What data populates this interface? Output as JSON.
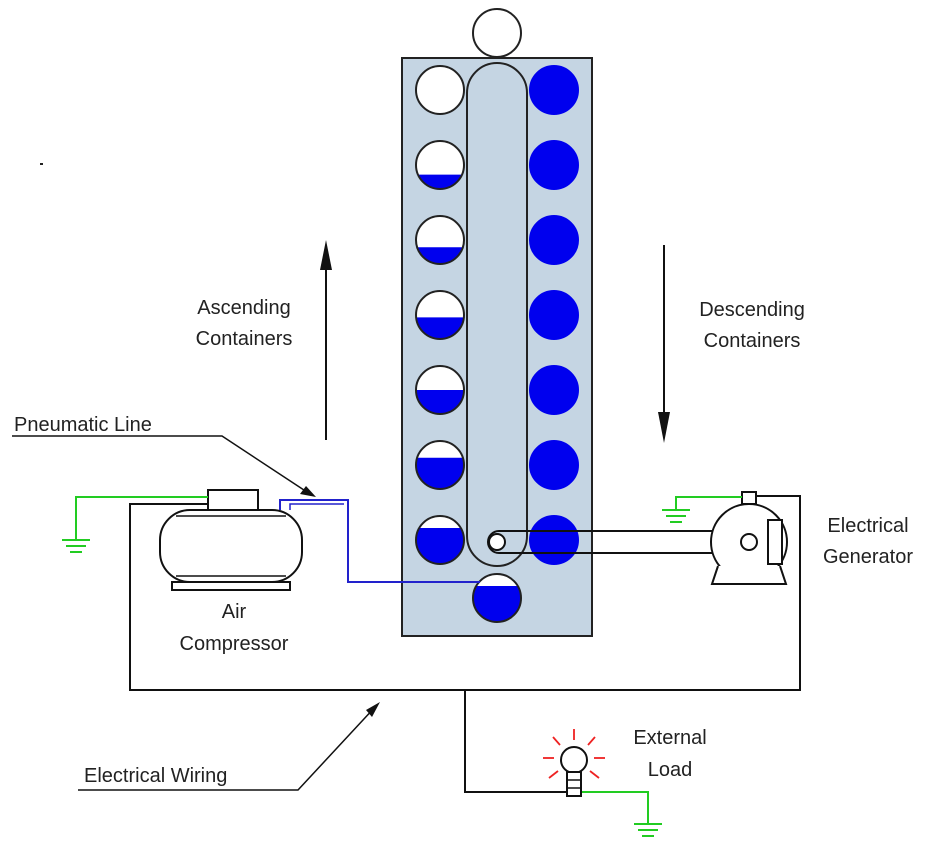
{
  "labels": {
    "ascending_line1": "Ascending",
    "ascending_line2": "Containers",
    "descending_line1": "Descending",
    "descending_line2": "Containers",
    "pneumatic_line": "Pneumatic Line",
    "air_line1": "Air",
    "air_line2": "Compressor",
    "generator_line1": "Electrical",
    "generator_line2": "Generator",
    "electrical_wiring": "Electrical Wiring",
    "load_line1": "External",
    "load_line2": "Load"
  },
  "colors": {
    "tank_fill": "#c5d5e3",
    "container_blue": "#0000ee",
    "pneumatic_line": "#2222cc",
    "ground_line": "#22cc22",
    "bulb_rays": "#ee2222",
    "wire": "#111111"
  },
  "containers": {
    "ascending_fill_levels": [
      0,
      0.3,
      0.35,
      0.45,
      0.5,
      0.65,
      0.75
    ],
    "bottom_transfer_fill": 0.75,
    "descending_fill_levels": [
      1,
      1,
      1,
      1,
      1,
      1,
      1
    ]
  }
}
